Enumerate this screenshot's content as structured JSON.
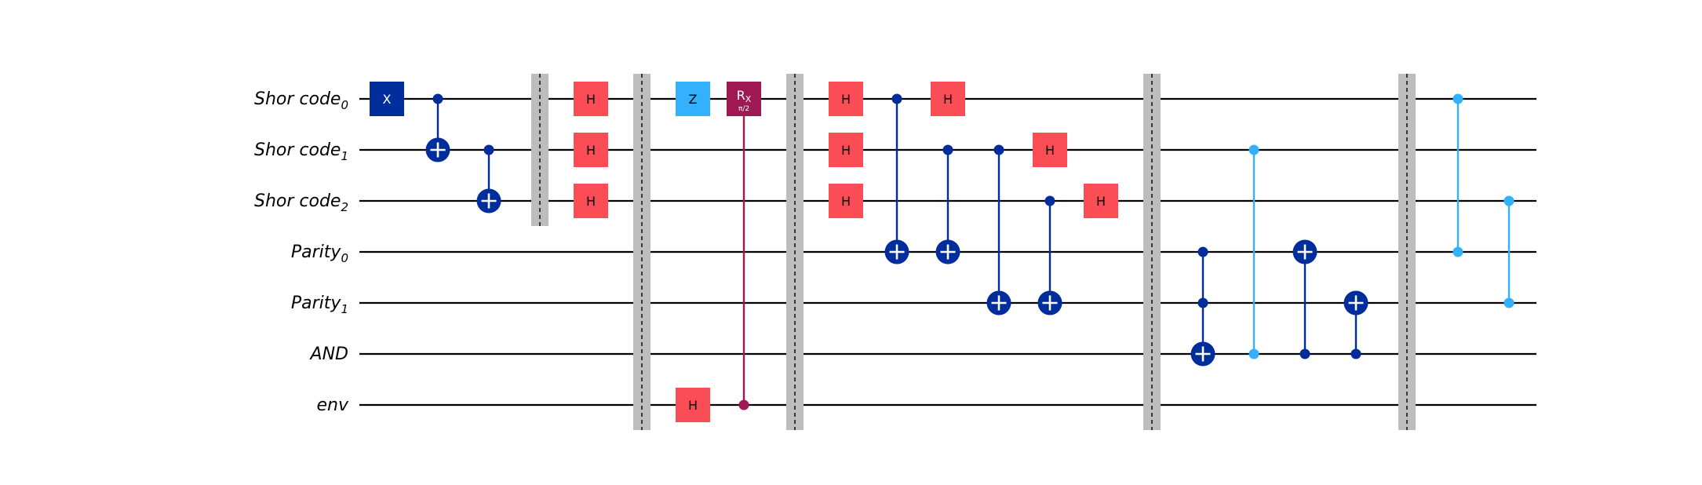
{
  "colors": {
    "background": "#ffffff",
    "wire": "#000000",
    "x_gate": "#002d9c",
    "cx": "#002d9c",
    "h_gate": "#fa4d56",
    "z_gate": "#33b1ff",
    "cz": "#33b1ff",
    "crx": "#9f1853",
    "barrier": "#bdbdbd",
    "barrier_dash": "#000000"
  },
  "qubits": [
    {
      "name": "Shor code",
      "index": "0"
    },
    {
      "name": "Shor code",
      "index": "1"
    },
    {
      "name": "Shor code",
      "index": "2"
    },
    {
      "name": "Parity",
      "index": "0"
    },
    {
      "name": "Parity",
      "index": "1"
    },
    {
      "name": "AND",
      "index": ""
    },
    {
      "name": "env",
      "index": ""
    }
  ],
  "operations": [
    {
      "type": "x",
      "col": 0,
      "target": 0,
      "label": "X"
    },
    {
      "type": "cx",
      "col": 1,
      "control": 0,
      "target": 1
    },
    {
      "type": "cx",
      "col": 2,
      "control": 1,
      "target": 2
    },
    {
      "type": "barrier",
      "col": 3,
      "qubits": [
        0,
        1,
        2
      ]
    },
    {
      "type": "h",
      "col": 4,
      "target": 0,
      "label": "H"
    },
    {
      "type": "h",
      "col": 4,
      "target": 1,
      "label": "H"
    },
    {
      "type": "h",
      "col": 4,
      "target": 2,
      "label": "H"
    },
    {
      "type": "barrier",
      "col": 5,
      "qubits": [
        0,
        1,
        2,
        3,
        4,
        5,
        6
      ]
    },
    {
      "type": "z",
      "col": 6,
      "target": 0,
      "label": "Z"
    },
    {
      "type": "h",
      "col": 6,
      "target": 6,
      "label": "H"
    },
    {
      "type": "crx",
      "col": 7,
      "control": 6,
      "target": 0,
      "label": "R",
      "label_sub": "X",
      "param": "π/2"
    },
    {
      "type": "barrier",
      "col": 8,
      "qubits": [
        0,
        1,
        2,
        3,
        4,
        5,
        6
      ]
    },
    {
      "type": "h",
      "col": 9,
      "target": 0,
      "label": "H"
    },
    {
      "type": "h",
      "col": 9,
      "target": 1,
      "label": "H"
    },
    {
      "type": "h",
      "col": 9,
      "target": 2,
      "label": "H"
    },
    {
      "type": "cx",
      "col": 10,
      "control": 0,
      "target": 3
    },
    {
      "type": "h",
      "col": 11,
      "target": 0,
      "label": "H"
    },
    {
      "type": "cx",
      "col": 11,
      "control": 1,
      "target": 3
    },
    {
      "type": "cx",
      "col": 12,
      "control": 1,
      "target": 4
    },
    {
      "type": "h",
      "col": 13,
      "target": 1,
      "label": "H"
    },
    {
      "type": "cx",
      "col": 13,
      "control": 2,
      "target": 4
    },
    {
      "type": "h",
      "col": 14,
      "target": 2,
      "label": "H"
    },
    {
      "type": "barrier",
      "col": 15,
      "qubits": [
        0,
        1,
        2,
        3,
        4,
        5,
        6
      ]
    },
    {
      "type": "ccx",
      "col": 16,
      "controls": [
        3,
        4
      ],
      "target": 5
    },
    {
      "type": "cz",
      "col": 17,
      "qubits": [
        1,
        5
      ]
    },
    {
      "type": "cx",
      "col": 18,
      "control": 5,
      "target": 3
    },
    {
      "type": "cx",
      "col": 19,
      "control": 5,
      "target": 4
    },
    {
      "type": "barrier",
      "col": 20,
      "qubits": [
        0,
        1,
        2,
        3,
        4,
        5,
        6
      ]
    },
    {
      "type": "cz",
      "col": 21,
      "qubits": [
        0,
        3
      ]
    },
    {
      "type": "cz",
      "col": 22,
      "qubits": [
        2,
        4
      ]
    }
  ]
}
